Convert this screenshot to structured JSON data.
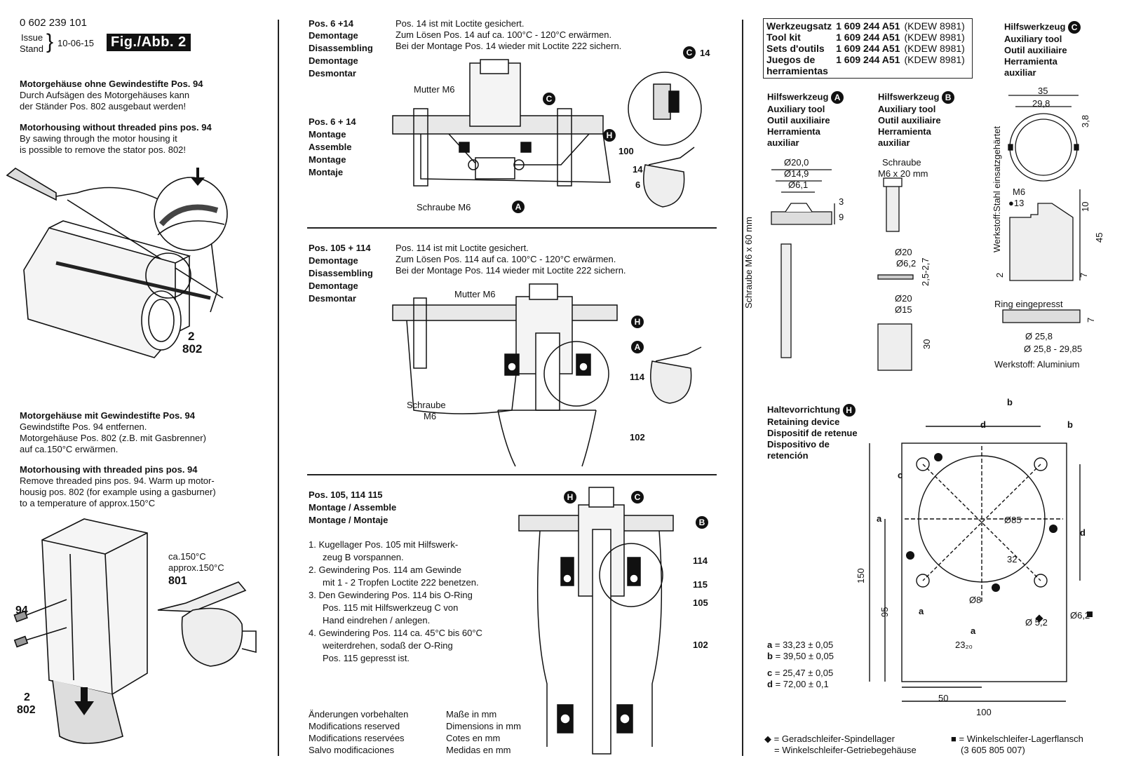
{
  "header": {
    "doc_number": "0 602 239 101",
    "issue_label": "Issue",
    "stand_label": "Stand",
    "date": "10-06-15",
    "fig_label": "Fig./Abb. 2"
  },
  "col1": {
    "de_title_1": "Motorgehäuse ohne Gewindestifte Pos. 94",
    "de_text_1a": "Durch Aufsägen des Motorgehäuses kann",
    "de_text_1b": "der Ständer Pos. 802 ausgebaut werden!",
    "en_title_1": "Motorhousing without threaded pins pos. 94",
    "en_text_1a": "By sawing through the motor housing it",
    "en_text_1b": "is possible to remove the stator pos. 802!",
    "fig1_label_a": "2",
    "fig1_label_b": "802",
    "de_title_2": "Motorgehäuse mit Gewindestifte Pos. 94",
    "de_text_2a": "Gewindstifte Pos. 94 entfernen.",
    "de_text_2b": "Motorgehäuse Pos. 802 (z.B. mit Gasbrenner)",
    "de_text_2c": "auf ca.150°C erwärmen.",
    "en_title_2": "Motorhousing with threaded pins pos. 94",
    "en_text_2a": "Remove threaded pins pos. 94. Warm up motor-",
    "en_text_2b": "housig pos. 802 (for example using a gasburner)",
    "en_text_2c": "to a temperature of approx.150°C",
    "temp_de": "ca.150°C",
    "temp_en": "approx.150°C",
    "fig2_801": "801",
    "fig2_94": "94",
    "fig2_2": "2",
    "fig2_802": "802"
  },
  "col2": {
    "s1_pos": "Pos. 6 +14",
    "s1_headings": [
      "Demontage",
      "Disassembling",
      "Demontage",
      "Desmontar"
    ],
    "s1_text": [
      "Pos. 14 ist mit Loctite gesichert.",
      "Zum Lösen Pos. 14 auf ca. 100°C - 120°C  erwärmen.",
      "Bei der Montage Pos. 14 wieder mit Loctite 222 sichern."
    ],
    "s1_pos2": "Pos. 6 + 14",
    "s1_headings2": [
      "Montage",
      "Assemble",
      "Montage",
      "Montaje"
    ],
    "s1_labels": {
      "mutter": "Mutter M6",
      "schraube": "Schraube M6",
      "c": "C",
      "h": "H",
      "a": "A",
      "n100": "100",
      "n14": "14",
      "n6": "6",
      "n14b": "14"
    },
    "s2_pos": "Pos. 105 + 114",
    "s2_headings": [
      "Demontage",
      "Disassembling",
      "Demontage",
      "Desmontar"
    ],
    "s2_text": [
      "Pos. 114 ist mit Loctite gesichert.",
      "Zum Lösen Pos. 114 auf ca. 100°C - 120°C  erwärmen.",
      "Bei der Montage Pos. 114 wieder mit Loctite 222 sichern."
    ],
    "s2_labels": {
      "mutter": "Mutter M6",
      "schraube": "Schraube",
      "m6": "M6",
      "h": "H",
      "a": "A",
      "n114": "114",
      "n102": "102"
    },
    "s3_pos": "Pos. 105, 114   115",
    "s3_h1": "Montage / Assemble",
    "s3_h2": "Montage / Montaje",
    "steps": [
      [
        "Kugellager Pos. 105 mit Hilfswerk-",
        "zeug B vorspannen."
      ],
      [
        "Gewindering Pos. 114 am Gewinde",
        "mit 1 - 2 Tropfen Loctite 222 benetzen."
      ],
      [
        "Den Gewindering Pos. 114 bis O-Ring",
        "Pos. 115 mit Hilfswerkzeug C von",
        "Hand eindrehen / anlegen."
      ],
      [
        "Gewindering Pos. 114 ca. 45°C bis 60°C",
        "weiterdrehen, sodaß der O-Ring",
        "Pos. 115 gepresst ist."
      ]
    ],
    "s3_labels": {
      "h": "H",
      "c": "C",
      "b": "B",
      "n114": "114",
      "n115": "115",
      "n105": "105",
      "n102": "102"
    },
    "footer_left": [
      "Änderungen vorbehalten",
      "Modifications reserved",
      "Modifications reservées",
      "Salvo modificaciones"
    ],
    "footer_right": [
      "Maße in mm",
      "Dimensions in mm",
      "Cotes en mm",
      "Medidas en mm"
    ]
  },
  "col3": {
    "kit_rows": [
      [
        "Werkzeugsatz",
        "1 609 244 A51",
        "(KDEW 8981)"
      ],
      [
        "Tool kit",
        "1 609 244 A51",
        "(KDEW 8981)"
      ],
      [
        "Sets d'outils",
        "1 609 244 A51",
        "(KDEW 8981)"
      ],
      [
        "Juegos de",
        "1 609 244 A51",
        "(KDEW 8981)"
      ],
      [
        "herramientas",
        "",
        ""
      ]
    ],
    "tool_c": [
      "Hilfswerkzeug",
      "Auxiliary tool",
      "Outil auxiliaire",
      "Herramienta",
      "auxiliar"
    ],
    "tool_a": [
      "Hilfswerkzeug",
      "Auxiliary tool",
      "Outil auxiliaire",
      "Herramienta",
      "auxiliar"
    ],
    "tool_b": [
      "Hilfswerkzeug",
      "Auxiliary tool",
      "Outil auxiliaire",
      "Herramienta",
      "auxiliar"
    ],
    "badge_a": "A",
    "badge_b": "B",
    "badge_c": "C",
    "badge_h": "H",
    "a_dims": [
      "Ø20,0",
      "Ø14,9",
      "Ø6,1",
      "3",
      "9"
    ],
    "a_screw": "Schraube M6 x 60 mm",
    "b_screw_1": "Schraube",
    "b_screw_2": "M6 x 20 mm",
    "b_dims": [
      "Ø20",
      "Ø6,2",
      "2,5-2,7",
      "Ø20",
      "Ø15",
      "30"
    ],
    "c_dims": [
      "35",
      "29,8",
      "3,8",
      "M6",
      "13",
      "10",
      "45",
      "2",
      "7"
    ],
    "c_material": "Werkstoff:Stahl einsatzgehärtet",
    "ring": "Ring eingepresst",
    "ring_dims": [
      "7",
      "Ø 25,8",
      "Ø 25,8 - 29,85"
    ],
    "alu": "Werkstoff: Aluminium",
    "h_text": [
      "Haltevorrichtung",
      "Retaining device",
      "Dispositif de retenue",
      "Dispositivo de",
      "retención"
    ],
    "plate_dims": {
      "b1": "b",
      "d1": "d",
      "b2": "b",
      "c": "c",
      "a1": "a",
      "d2": "d",
      "d85": "Ø85",
      "n32": "32",
      "n150": "150",
      "n95": "95",
      "a2": "a",
      "a3": "a",
      "r8": "Ø8",
      "n23": "23₂₀",
      "d52": "Ø 5,2",
      "d62": "Ø6,2",
      "n50": "50",
      "n100": "100"
    },
    "legend_vals": [
      [
        "a",
        "= 33,23 ± 0,05"
      ],
      [
        "b",
        "= 39,50 ± 0,05"
      ],
      [
        "c",
        "= 25,47 ± 0,05"
      ],
      [
        "d",
        "= 72,00 ± 0,1"
      ]
    ],
    "footnote_diamond_1": "= Geradschleifer-Spindellager",
    "footnote_diamond_2": "= Winkelschleifer-Getriebegehäuse",
    "footnote_square_1": "= Winkelschleifer-Lagerflansch",
    "footnote_square_2": "(3 605 805 007)"
  },
  "colors": {
    "ink": "#111111",
    "paper": "#ffffff"
  }
}
